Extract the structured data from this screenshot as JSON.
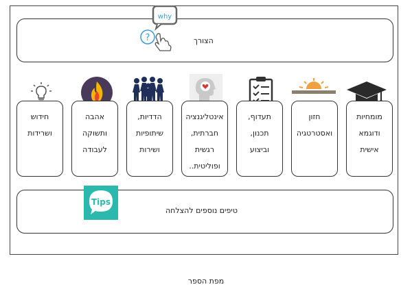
{
  "top_bar": {
    "label": "הצורך",
    "icon_text": "why"
  },
  "columns": [
    {
      "icon": "graduation-cap-icon",
      "lines": [
        "מומחיות",
        "ודוגמא",
        "אישית"
      ]
    },
    {
      "icon": "sunrise-icon",
      "lines": [
        "חזון",
        "ואסטרטגיה"
      ]
    },
    {
      "icon": "clipboard-checklist-icon",
      "lines": [
        "תעדוף,",
        "תכנון,",
        "וביצוע"
      ]
    },
    {
      "icon": "head-heart-icon",
      "lines": [
        "אינטליגנציה",
        "חברתית,",
        "רגשית",
        "ופוליטית.."
      ]
    },
    {
      "icon": "people-group-icon",
      "lines": [
        "הדדיות,",
        "שיתופיות",
        "ושירות"
      ]
    },
    {
      "icon": "flame-icon",
      "lines": [
        "אהבה",
        "ותשוקה",
        "לעבודה"
      ]
    },
    {
      "icon": "lightbulb-icon",
      "lines": [
        "חידוש",
        "ושרידות"
      ]
    }
  ],
  "bottom_bar": {
    "label": "טיפים נוספים להצלחה",
    "icon_text": "Tips"
  },
  "caption": "מפת הספר",
  "colors": {
    "tips_teal": "#2bb8ad",
    "flame_bg": "#4a3a5a",
    "sun_orange": "#f0a040",
    "navy": "#1f2f5a"
  }
}
